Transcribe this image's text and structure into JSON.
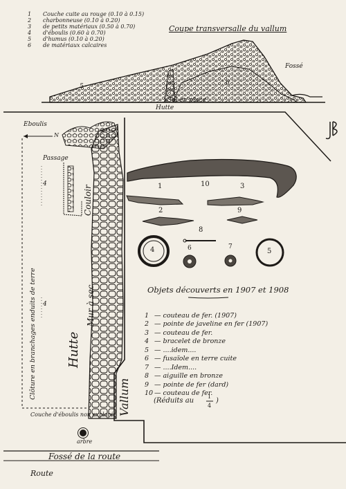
{
  "section_title": "Coupe transversalle du vallum",
  "layers": [
    {
      "num": "1",
      "text": "Couche cuite au rouge (0.10 à 0.15)"
    },
    {
      "num": "2",
      "text": "charbonneuse (0.10 à 0.20)"
    },
    {
      "num": "3",
      "text": "de petits matériaux (0.50 à 0.70)"
    },
    {
      "num": "4",
      "text": "d'éboulis (0.60 à 0.70)"
    },
    {
      "num": "5",
      "text": "d'humus (0.10 à 0.20)"
    },
    {
      "num": "6",
      "text": "de matériaux calcaires"
    }
  ],
  "section_labels": {
    "fosse": "Fossé",
    "hutte": "Hutte",
    "sol": "Sol en place",
    "n5": "5",
    "n6": "6"
  },
  "monogram": "JPB",
  "plan_labels": {
    "eboulis": "Eboulis",
    "north": "N",
    "passage": "Passage",
    "couloir": "Couloir",
    "cloture": "Clôture en branchages enduits de terre",
    "hutte": "Hutte",
    "mur_sec": "Mur à sec",
    "vallum": "Vallum",
    "couche_eboulis": "Couche d'éboulis non explorée",
    "arbre": "arbre",
    "fosse_route": "Fossé de la route",
    "route": "Route",
    "dim_top": "4",
    "dim_side": "4"
  },
  "object_numbers": [
    "1",
    "10",
    "3",
    "2",
    "9",
    "8",
    "4",
    "6",
    "7",
    "5"
  ],
  "objects_title": "Objets découverts en 1907 et 1908",
  "objects": [
    {
      "num": "1",
      "text": "— couteau de fer. (1907)"
    },
    {
      "num": "2",
      "text": "— pointe de javeline en fer (1907)"
    },
    {
      "num": "3",
      "text": "— couteau de fer."
    },
    {
      "num": "4",
      "text": "— bracelet de bronze"
    },
    {
      "num": "5",
      "text": "— ....idem...."
    },
    {
      "num": "6",
      "text": "— fusaïole en terre cuite"
    },
    {
      "num": "7",
      "text": "— ....Idem...."
    },
    {
      "num": "8",
      "text": "— aiguille en bronze"
    },
    {
      "num": "9",
      "text": "— pointe de fer (dard)"
    },
    {
      "num": "10",
      "text": "— couteau de fer."
    }
  ],
  "scale_note": "(Réduits au",
  "scale_num": "1",
  "scale_den": "4",
  "scale_close": ")"
}
